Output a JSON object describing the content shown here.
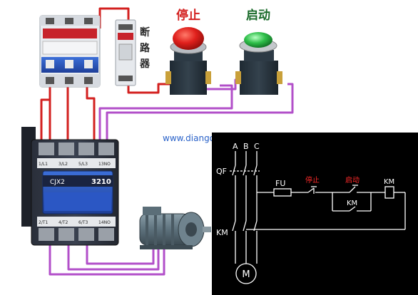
{
  "labels": {
    "breaker_chars": [
      "断",
      "路",
      "器"
    ],
    "stop_button": "停止",
    "start_button": "启动",
    "watermark": "www.diangon.com",
    "contactor_model": "CJX2",
    "contactor_number": "3210",
    "terminals_top": [
      "1/L1",
      "3/L2",
      "5/L3",
      "13NO"
    ],
    "terminals_bottom": [
      "2/T1",
      "4/T2",
      "6/T3",
      "14NO"
    ]
  },
  "schematic": {
    "phases": [
      "A",
      "B",
      "C"
    ],
    "qf": "QF",
    "fu": "FU",
    "stop": "停止",
    "start": "启动",
    "km_coil": "KM",
    "km_aux": "KM",
    "km_main": "KM",
    "motor": "M"
  },
  "colors": {
    "wire_red": "#d3201f",
    "wire_purple": "#b24fc9",
    "schematic_bg": "#000000",
    "schematic_line": "#ffffff",
    "schematic_red_text": "#ff2a2a",
    "stop_cap": "#e0201c",
    "start_cap": "#2fbf4a"
  }
}
